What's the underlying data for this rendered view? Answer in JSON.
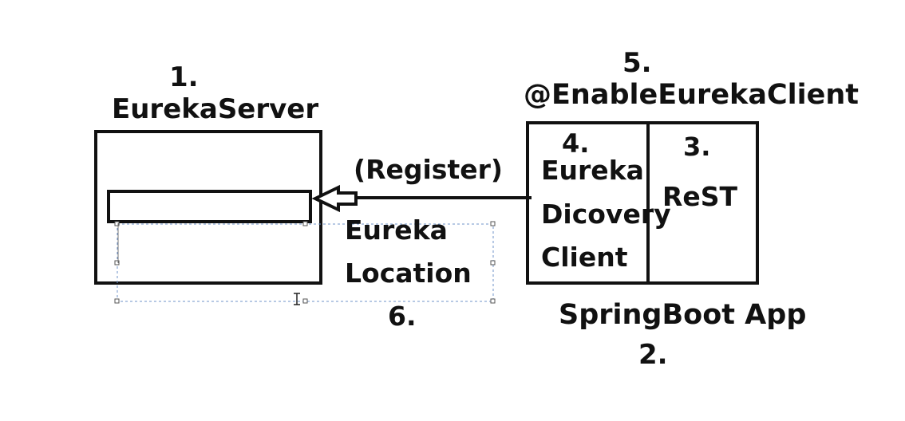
{
  "labels": {
    "eureka_server_number": "1.",
    "eureka_server_title": "EurekaServer",
    "spring_boot_app": "SpringBoot App",
    "spring_boot_number": "2.",
    "rest_number": "3.",
    "rest_label": "ReST",
    "discovery_number": "4.",
    "discovery_line1": "Eureka",
    "discovery_line2": "Dicovery",
    "discovery_line3": "Client",
    "annotation_number": "5.",
    "annotation_label": "@EnableEurekaClient",
    "register_label": "(Register)",
    "location_line1": "Eureka",
    "location_line2": "Location",
    "location_number": "6."
  },
  "icons": {
    "register_arrow": "hollow-arrow-left-icon",
    "text_cursor": "i-beam-cursor-icon"
  },
  "colors": {
    "stroke": "#111111",
    "selection": "#6f93c8",
    "background": "#ffffff"
  }
}
